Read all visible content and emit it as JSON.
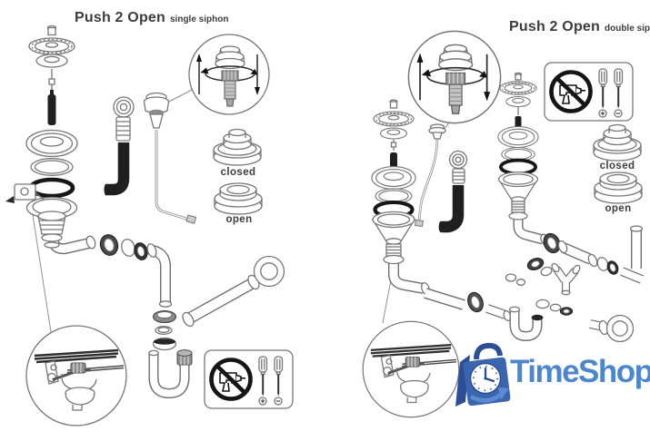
{
  "page": {
    "background_color": "#ffffff"
  },
  "left_panel": {
    "title": "Push 2 Open",
    "subtitle": "single siphon",
    "closed_label": "closed",
    "open_label": "open"
  },
  "right_panel": {
    "title": "Push 2 Open",
    "subtitle": "double siphon",
    "closed_label": "closed",
    "open_label": "open"
  },
  "logo": {
    "text": "TimeShop",
    "text_color": "#4d86c9",
    "bag_color": "#3b66ae",
    "bag_dark_color": "#2d4e94",
    "arrow_color": "#5d8bd0",
    "clock_face_color": "#ffffff"
  },
  "diagram": {
    "line_color": "#767676",
    "dark_part_color": "#1f1f1f",
    "icons": {
      "no_power_tools": "no-power-tools-icon",
      "screwdrivers": "hand-screwdrivers-icon",
      "rotate_push_button": "rotate-push-button-icon",
      "magnifier_circles": "detail-circle"
    }
  }
}
